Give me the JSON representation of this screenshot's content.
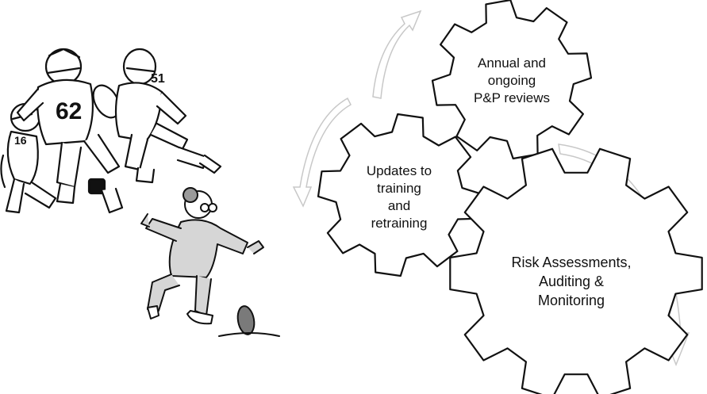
{
  "illustration": {
    "football_players": "football-players-illustration",
    "grandma_kicker": "grandma-kicker-illustration"
  },
  "gears": {
    "top": {
      "lines": [
        "Annual and",
        "ongoing",
        "P&P reviews"
      ]
    },
    "left": {
      "lines": [
        "Updates to",
        "training",
        "and",
        "retraining"
      ]
    },
    "bottom": {
      "lines": [
        "Risk Assessments,",
        "Auditing &",
        "Monitoring"
      ]
    }
  },
  "colors": {
    "stroke": "#111111",
    "gear_fill": "#ffffff",
    "arrow_fill": "#ffffff",
    "arrow_stroke": "#c8c8c8"
  }
}
